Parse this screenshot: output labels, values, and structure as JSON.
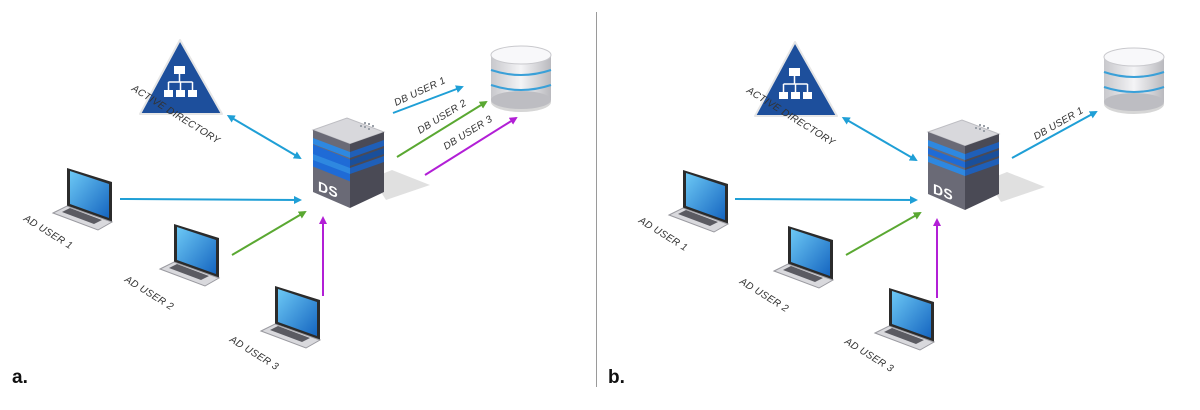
{
  "panels": [
    {
      "tag": "a.",
      "active_directory": "ACTIVE DIRECTORY",
      "server": "DS",
      "users": [
        "AD USER 1",
        "AD USER 2",
        "AD USER 3"
      ],
      "db_users": [
        "DB USER 1",
        "DB USER 2",
        "DB USER 3"
      ]
    },
    {
      "tag": "b.",
      "active_directory": "ACTIVE DIRECTORY",
      "server": "DS",
      "users": [
        "AD USER 1",
        "AD USER 2",
        "AD USER 3"
      ],
      "db_users": [
        "DB USER 1"
      ]
    }
  ],
  "colors": {
    "user1": "#1f9fd6",
    "user2": "#5aa832",
    "user3": "#b21fd6",
    "ad_link": "#1f9fd6",
    "directory_icon": "#1d4f9c"
  }
}
